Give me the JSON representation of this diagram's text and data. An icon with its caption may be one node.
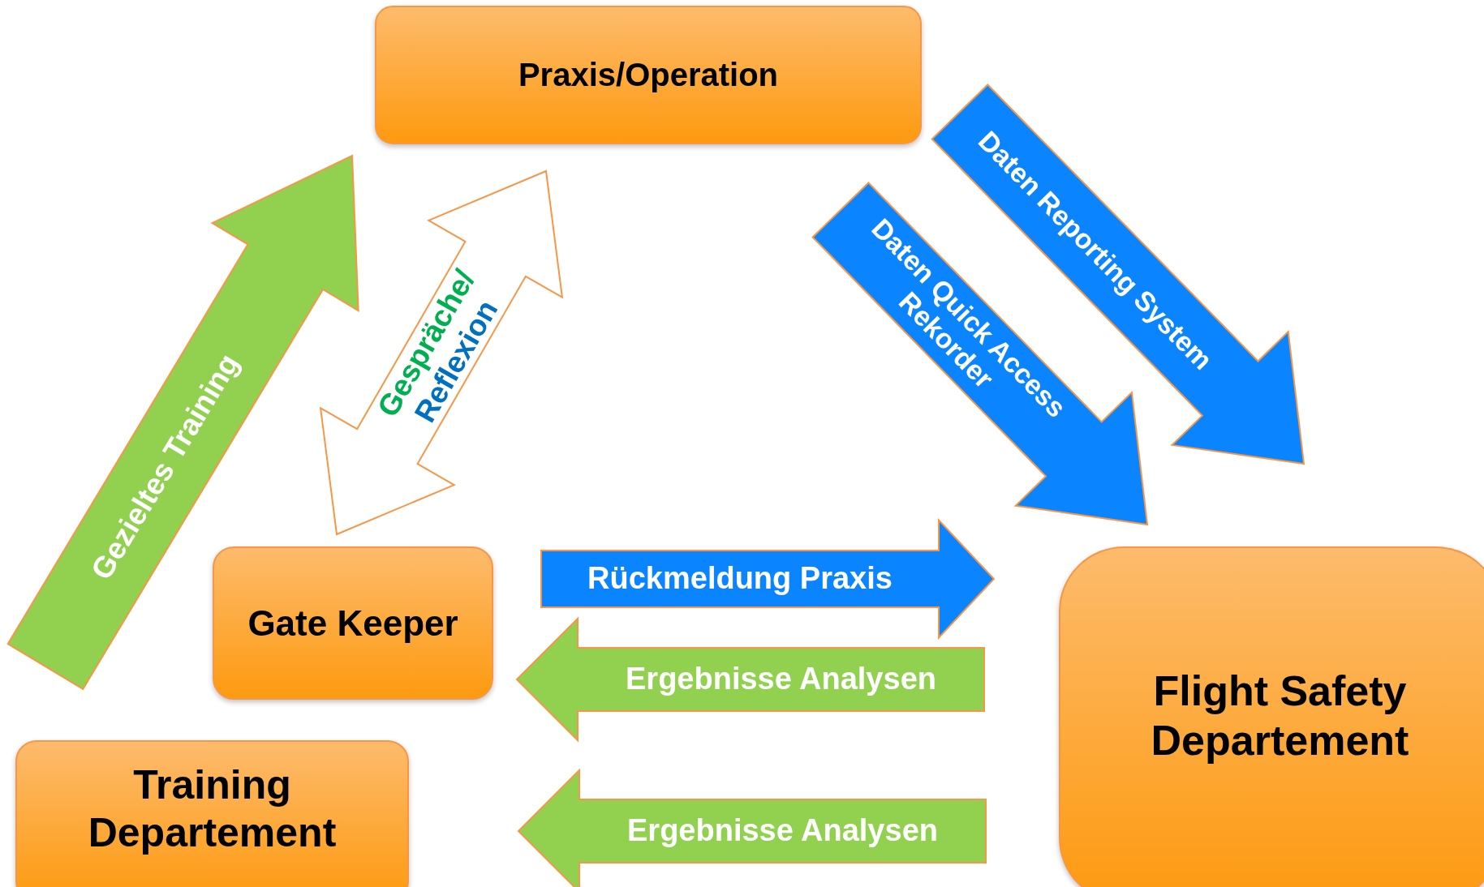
{
  "diagram": {
    "nodes": [
      {
        "text": [
          "Praxis/Operation"
        ]
      },
      {
        "text": [
          "Gate Keeper"
        ]
      },
      {
        "text": [
          "Training Departement"
        ]
      },
      {
        "text": [
          "Flight Safety Departement"
        ]
      }
    ],
    "edges": [
      {
        "from": 2,
        "to": 0,
        "arrow": "to",
        "label": "Gezieltes Training",
        "style": "thick",
        "color": "#92d050"
      },
      {
        "from": 1,
        "to": 0,
        "arrow": "both",
        "label": "Gespräche/ Reflexion",
        "style": "thick",
        "color": "#ffffff"
      },
      {
        "from": 0,
        "to": 3,
        "arrow": "to",
        "label": "Daten Quick Access Rekorder",
        "style": "thick",
        "color": "#0a84ff"
      },
      {
        "from": 0,
        "to": 3,
        "arrow": "to",
        "label": "Daten Reporting System",
        "style": "thick",
        "color": "#0a84ff"
      },
      {
        "from": 1,
        "to": 3,
        "arrow": "to",
        "label": "Rückmeldung Praxis",
        "style": "thick",
        "color": "#0a84ff"
      },
      {
        "from": 3,
        "to": 1,
        "arrow": "to",
        "label": "Ergebnisse Analysen",
        "style": "thick",
        "color": "#92d050"
      },
      {
        "from": 3,
        "to": 2,
        "arrow": "to",
        "label": "Ergebnisse Analysen",
        "style": "thick",
        "color": "#92d050"
      }
    ]
  }
}
